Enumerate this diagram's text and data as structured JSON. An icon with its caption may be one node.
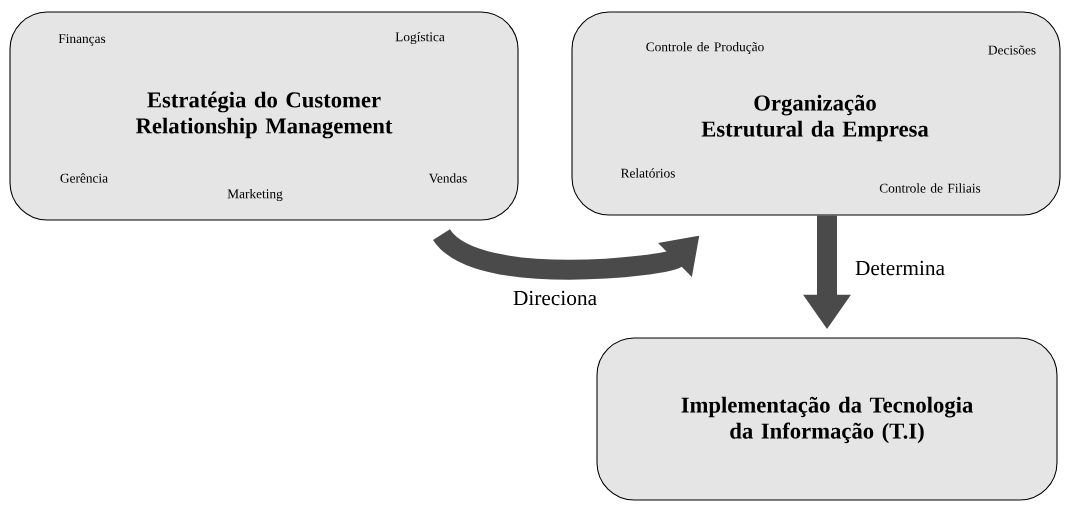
{
  "diagram": {
    "nodes": [
      {
        "text": [
          "Finanças",
          "Logística",
          "Estratégia do Customer Relationship Management",
          "Gerência",
          "Marketing",
          "Vendas"
        ]
      },
      {
        "text": [
          "Controle de Produção",
          "Decisões",
          "Organização Estrutural da Empresa",
          "Relatórios",
          "Controle de Filiais"
        ]
      },
      {
        "text": [
          "Implementação da Tecnologia da Informação (T.I)"
        ]
      }
    ],
    "edges": [
      {
        "from": 0,
        "to": 1,
        "arrow": "to",
        "label": "Direciona"
      },
      {
        "from": 1,
        "to": 2,
        "arrow": "to",
        "label": "Determina"
      }
    ]
  }
}
